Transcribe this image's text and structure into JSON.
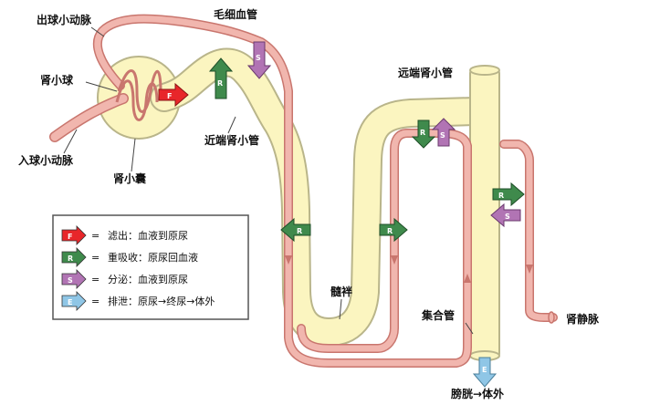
{
  "labels": {
    "efferent_arteriole": "出球小动脉",
    "capillary": "毛细血管",
    "glomerulus": "肾小球",
    "afferent_arteriole": "入球小动脉",
    "bowmans_capsule": "肾小囊",
    "proximal_tubule": "近端肾小管",
    "distal_tubule": "远端肾小管",
    "loop_of_henle": "髓袢",
    "collecting_duct": "集合管",
    "renal_vein": "肾静脉",
    "bladder_out": "膀胱→体外"
  },
  "arrow_letters": {
    "F": "F",
    "R": "R",
    "S": "S",
    "E": "E"
  },
  "legend": [
    {
      "key": "F",
      "eq": "=",
      "text": "滤出：血液到原尿",
      "color": "#e8262a"
    },
    {
      "key": "R",
      "eq": "=",
      "text": "重吸收：原尿回血液",
      "color": "#3f8a4c"
    },
    {
      "key": "S",
      "eq": "=",
      "text": "分泌：血液到原尿",
      "color": "#b174b4"
    },
    {
      "key": "E",
      "eq": "=",
      "text": "排泄：原尿→终尿→体外",
      "color": "#8fc6e6"
    }
  ],
  "colors": {
    "tubule_fill": "#fbf5c0",
    "tubule_stroke": "#b9b58a",
    "vessel_fill": "#f1b6ae",
    "vessel_stroke": "#c9766e",
    "filtration": "#e8262a",
    "reabsorption": "#3f8a4c",
    "secretion": "#b174b4",
    "excretion": "#8fc6e6"
  }
}
